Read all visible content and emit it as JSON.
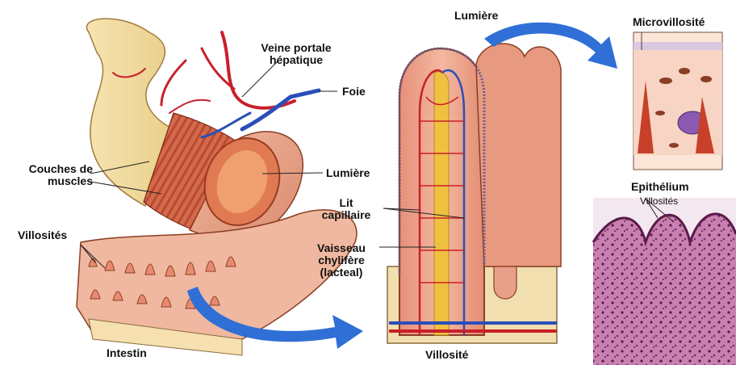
{
  "labels": {
    "veine_portale": "Veine portale\nhépatique",
    "foie": "Foie",
    "couches_muscles": "Couches de\nmuscles",
    "lumiere_intestin": "Lumière",
    "villosites_intestin": "Villosités",
    "intestin": "Intestin",
    "lumiere_villosite": "Lumière",
    "lit_capillaire": "Lit\ncapillaire",
    "vaisseau_chylifere": "Vaisseau\nchylifère\n(lacteal)",
    "villosite": "Villosité",
    "microvillosite": "Microvillosité",
    "epithelium": "Epithélium",
    "villosites_micrographie": "Villosités"
  },
  "colors": {
    "intestine_outer": "#e8a890",
    "intestine_pale": "#f3dca0",
    "muscle": "#c8553a",
    "vein_red": "#c8202a",
    "vein_blue": "#2a4fb8",
    "lacteal": "#f0c040",
    "arrow_blue": "#2f6fd6",
    "histology": "#b04a8a"
  }
}
